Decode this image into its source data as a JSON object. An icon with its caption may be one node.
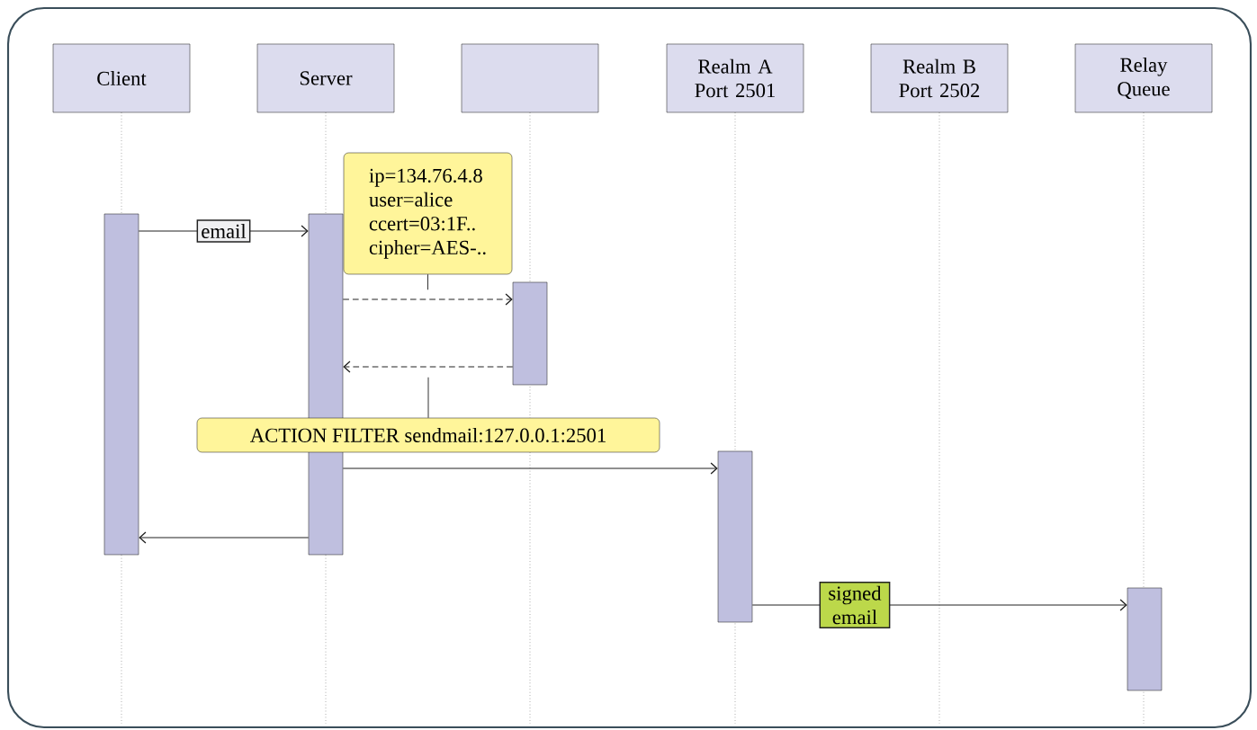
{
  "diagram": {
    "nodes": [
      {
        "text": [
          "Client"
        ]
      },
      {
        "text": [
          "Server"
        ]
      },
      {
        "text": [],
        "shape": "box"
      },
      {
        "text": [
          "Realm A Port 2501"
        ]
      },
      {
        "text": [
          "Realm B Port 2502"
        ]
      },
      {
        "text": [
          "Relay Queue"
        ]
      },
      {
        "text": [],
        "shape": "bar"
      },
      {
        "text": [],
        "shape": "bar"
      },
      {
        "text": [],
        "shape": "bar"
      },
      {
        "text": [],
        "shape": "bar"
      },
      {
        "text": [],
        "shape": "bar"
      },
      {
        "text": [
          "ip=134.76.4.8",
          "user=alice",
          "ccert=03:1F..",
          "cipher=AES-.."
        ]
      },
      {
        "text": [
          "ACTION FILTER sendmail:127.0.0.1:2501"
        ]
      }
    ],
    "edges": [
      {
        "from": 6,
        "to": 7,
        "arrow": "to",
        "label": "email"
      },
      {
        "from": 7,
        "to": 8,
        "arrow": "to",
        "style": "dashed"
      },
      {
        "from": 8,
        "to": 7,
        "arrow": "to",
        "style": "dashed"
      },
      {
        "from": 7,
        "to": 9,
        "arrow": "to"
      },
      {
        "from": 7,
        "to": 6,
        "arrow": "to"
      },
      {
        "from": 9,
        "to": 10,
        "arrow": "to",
        "label": "signed email"
      },
      {
        "from": 11,
        "to": null,
        "arrow": "none"
      },
      {
        "from": 12,
        "to": null,
        "arrow": "none"
      }
    ]
  }
}
